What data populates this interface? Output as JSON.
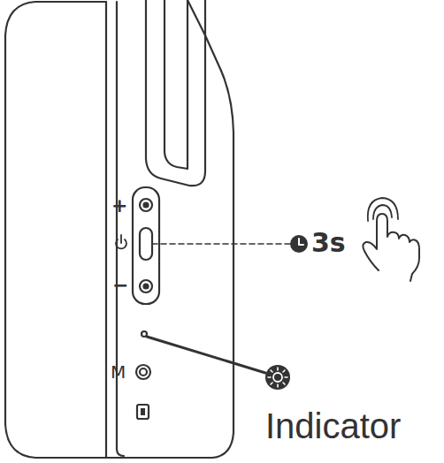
{
  "diagram": {
    "labels": [
      "+",
      "−",
      "3s",
      "M",
      "Indicator"
    ]
  }
}
